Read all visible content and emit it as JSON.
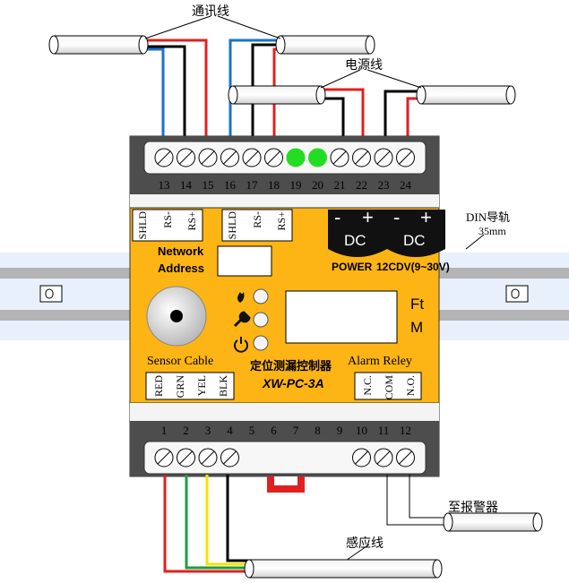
{
  "labels": {
    "comm_wire": "通讯线",
    "power_wire": "电源线",
    "din_rail": "DIN导轨",
    "din_size": "35mm",
    "alarm_output": "至报警器",
    "sensor_wire": "感应线"
  },
  "top_terminals": [
    "13",
    "14",
    "15",
    "16",
    "17",
    "18",
    "19",
    "20",
    "21",
    "22",
    "23",
    "24"
  ],
  "bottom_terminals": [
    "1",
    "2",
    "3",
    "4",
    "5",
    "6",
    "7",
    "8",
    "9",
    "10",
    "11",
    "12"
  ],
  "front_panel": {
    "rs485_group1": [
      "SHLD",
      "RS-",
      "RS+"
    ],
    "rs485_group2": [
      "SHLD",
      "RS-",
      "RS+"
    ],
    "network_label_line1": "Network",
    "network_label_line2": "Address",
    "power_dc1": {
      "minus": "-",
      "plus": "+",
      "label": "DC"
    },
    "power_dc2": {
      "minus": "-",
      "plus": "+",
      "label": "DC"
    },
    "power_label": "POWER",
    "power_range": "12CDV(9~30V)",
    "unit_ft": "Ft",
    "unit_m": "M",
    "sensor_cable_label": "Sensor Cable",
    "product_name": "定位测漏控制器",
    "model": "XW-PC-3A",
    "alarm_relay_label": "Alarm Reley",
    "sensor_pins": [
      "RED",
      "GRN",
      "YEL",
      "BLK"
    ],
    "relay_pins": [
      "N.C.",
      "COM",
      "N.O."
    ]
  },
  "colors": {
    "panel": "#fdb515",
    "housing": "#4d4d4d",
    "led_green": "#22dd22",
    "wire_red": "#e02020",
    "wire_blue": "#1a73c7",
    "wire_black": "#000000",
    "wire_green": "#1e9e3a",
    "wire_yellow": "#f5e400"
  }
}
